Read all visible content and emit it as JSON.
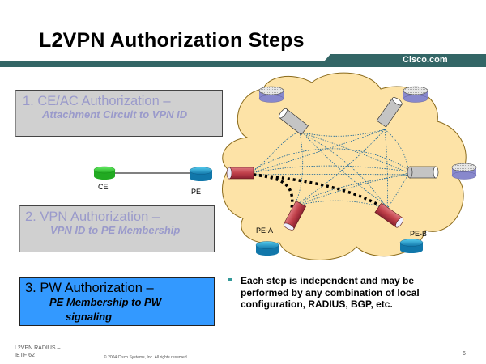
{
  "slide": {
    "title": "L2VPN Authorization Steps",
    "brand": "Cisco.com",
    "accent_color": "#336666",
    "page_number": "6",
    "footer_left": "L2VPN RADIUS –\nIETF 62",
    "copyright": "© 2004 Cisco Systems, Inc. All rights reserved."
  },
  "steps": [
    {
      "heading": "1. CE/AC Authorization –",
      "sub": "Attachment Circuit to VPN ID",
      "state": "dimmed"
    },
    {
      "heading": "2. VPN Authorization –",
      "sub": "VPN ID to PE Membership",
      "state": "dimmed"
    },
    {
      "heading": "3. PW Authorization –",
      "sub_line1": "PE Membership to PW",
      "sub_line2": "signaling",
      "state": "active",
      "color": "#3399ff"
    }
  ],
  "bullets": [
    "Each step is independent and may be performed by any combination of local configuration, RADIUS, BGP, etc."
  ],
  "diagram": {
    "nodes": [
      {
        "id": "ce",
        "label": "CE",
        "type": "router",
        "color": "#33cc33"
      },
      {
        "id": "pe",
        "label": "PE",
        "type": "router",
        "color": "#2299cc"
      },
      {
        "id": "pe-a",
        "label": "PE-A",
        "type": "router",
        "color": "#2299cc"
      },
      {
        "id": "pe-b",
        "label": "PE-B",
        "type": "router",
        "color": "#2299cc"
      },
      {
        "id": "remote-1",
        "label": "",
        "type": "router",
        "color": "#8888cc"
      },
      {
        "id": "remote-2",
        "label": "",
        "type": "router",
        "color": "#8888cc"
      },
      {
        "id": "remote-3",
        "label": "",
        "type": "router",
        "color": "#8888cc"
      }
    ],
    "cloud_color": "#fde3a7",
    "active_tunnel_color": "#c0404a",
    "idle_tunnel_color": "#c0c0c0"
  }
}
